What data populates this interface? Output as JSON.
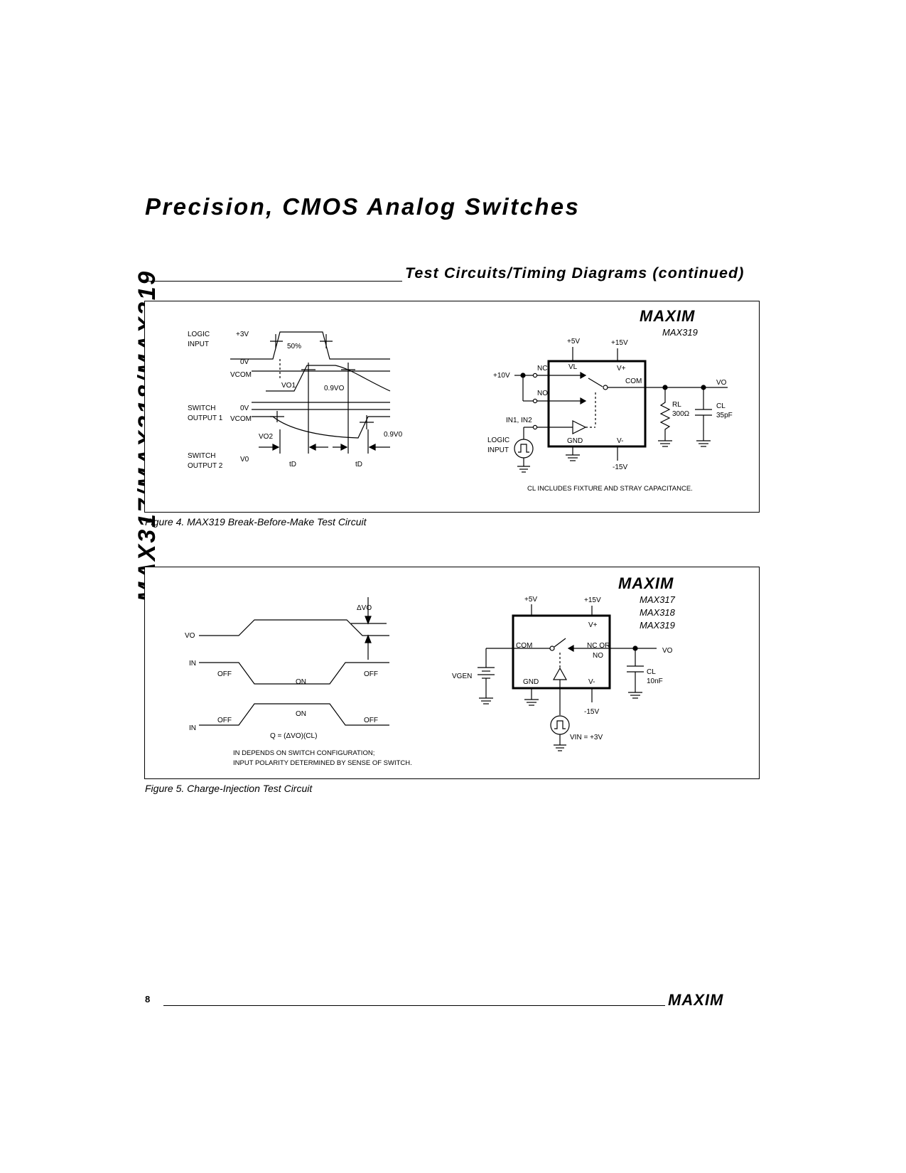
{
  "page_title": "Precision, CMOS Analog Switches",
  "side_title": "MAX317/MAX318/MAX319",
  "section_title": "Test Circuits/Timing Diagrams (continued)",
  "brand": "MAXIM",
  "figure4": {
    "caption": "Figure 4.  MAX319 Break-Before-Make Test Circuit",
    "logic_input_line1": "LOGIC",
    "logic_input_line2": "INPUT",
    "plus3v": "+3V",
    "fifty": "50%",
    "zero_v_a": "0V",
    "vcom_a": "VCOM",
    "vo1": "VO1",
    "point9vo_a": "0.9VO",
    "switch_out1_line1": "SWITCH",
    "switch_out1_line2": "OUTPUT 1",
    "zero_v_b": "0V",
    "vcom_b": "VCOM",
    "vo2": "VO2",
    "point9vo_b": "0.9V0",
    "switch_out2_line1": "SWITCH",
    "switch_out2_line2": "OUTPUT 2",
    "v0": "V0",
    "td1": "tD",
    "td2": "tD",
    "part": "MAX319",
    "plus5v": "+5V",
    "plus15v": "+15V",
    "plus10v": "+10V",
    "nc": "NC",
    "vl": "VL",
    "vplus": "V+",
    "no": "NO",
    "com": "COM",
    "vo_out": "VO",
    "rl": "RL",
    "rl_val": "300Ω",
    "cl": "CL",
    "cl_val": "35pF",
    "in12": "IN1, IN2",
    "logic_line1": "LOGIC",
    "logic_line2": "INPUT",
    "gnd": "GND",
    "vminus": "V-",
    "minus15v": "-15V",
    "note": "CL INCLUDES FIXTURE AND STRAY CAPACITANCE."
  },
  "figure5": {
    "caption": "Figure 5.  Charge-Injection Test Circuit",
    "delta_vo": "ΔVO",
    "vo_label": "VO",
    "in_a": "IN",
    "off_a1": "OFF",
    "on_a": "ON",
    "off_a2": "OFF",
    "on_b": "ON",
    "off_b1": "OFF",
    "off_b2": "OFF",
    "in_b": "IN",
    "q_eq": "Q = (ΔVO)(CL)",
    "note_line1": "IN DEPENDS ON SWITCH CONFIGURATION;",
    "note_line2": "INPUT POLARITY DETERMINED BY SENSE OF SWITCH.",
    "part1": "MAX317",
    "part2": "MAX318",
    "part3": "MAX319",
    "plus5v": "+5V",
    "plus15v": "+15V",
    "vplus": "V+",
    "com": "COM",
    "ncor": "NC OR",
    "no": "NO",
    "vo_out": "VO",
    "vgen": "VGEN",
    "gnd": "GND",
    "vminus": "V-",
    "cl": "CL",
    "cl_val": "10nF",
    "minus15v": "-15V",
    "vin": "VIN = +3V"
  },
  "footer": {
    "page_number": "8"
  }
}
